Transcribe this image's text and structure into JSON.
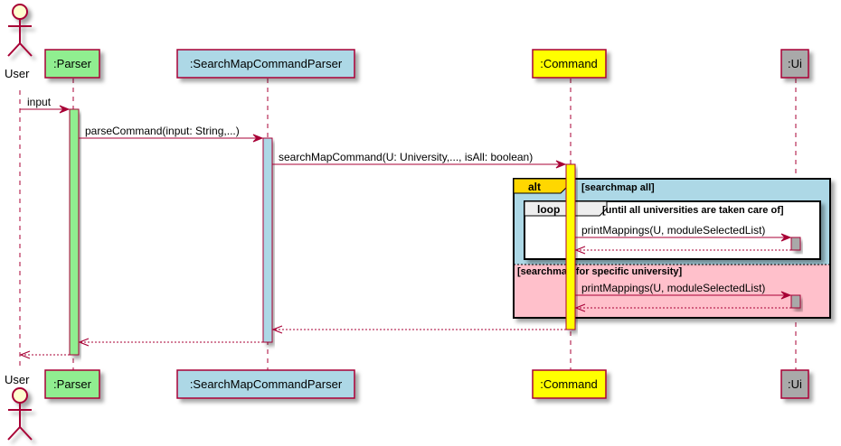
{
  "diagram": {
    "type": "sequence",
    "colors": {
      "line": "#A80036",
      "actor_fill": "#FEFECE",
      "parser_fill": "#90EE90",
      "smcp_fill": "#ADD8E6",
      "command_fill": "#FFFF00",
      "ui_fill": "#A9A9A9",
      "alt_fill": "#ADD8E6",
      "alt_tab_fill": "#FFD700",
      "else_fill": "#FFC0CB",
      "loop_fill": "#FFFFFF",
      "loop_tab_fill": "#EEEEEE"
    },
    "participants": [
      {
        "id": "user",
        "label": "User",
        "kind": "actor"
      },
      {
        "id": "parser",
        "label": ":Parser",
        "kind": "participant"
      },
      {
        "id": "smcp",
        "label": ":SearchMapCommandParser",
        "kind": "participant"
      },
      {
        "id": "command",
        "label": ":Command",
        "kind": "participant"
      },
      {
        "id": "ui",
        "label": ":Ui",
        "kind": "participant"
      }
    ],
    "messages": [
      {
        "from": "user",
        "to": "parser",
        "label": "input",
        "style": "solid"
      },
      {
        "from": "parser",
        "to": "smcp",
        "label": "parseCommand(input: String,...)",
        "style": "solid"
      },
      {
        "from": "smcp",
        "to": "command",
        "label": "searchMapCommand(U: University,..., isAll: boolean)",
        "style": "solid"
      },
      {
        "from": "command",
        "to": "ui",
        "label": "printMappings(U, moduleSelectedList)",
        "style": "solid",
        "frame": "loop"
      },
      {
        "from": "ui",
        "to": "command",
        "label": "",
        "style": "dashed",
        "frame": "loop"
      },
      {
        "from": "command",
        "to": "ui",
        "label": "printMappings(U, moduleSelectedList)",
        "style": "solid",
        "frame": "else"
      },
      {
        "from": "ui",
        "to": "command",
        "label": "",
        "style": "dashed",
        "frame": "else"
      },
      {
        "from": "command",
        "to": "smcp",
        "label": "",
        "style": "dashed"
      },
      {
        "from": "smcp",
        "to": "parser",
        "label": "",
        "style": "dashed"
      },
      {
        "from": "parser",
        "to": "user",
        "label": "",
        "style": "dashed"
      }
    ],
    "frames": {
      "alt": {
        "keyword": "alt",
        "guard": "[searchmap all]",
        "else_guard": "[searchmap for specific university]"
      },
      "loop": {
        "keyword": "loop",
        "guard": "[until all universities are taken care of]"
      }
    }
  }
}
